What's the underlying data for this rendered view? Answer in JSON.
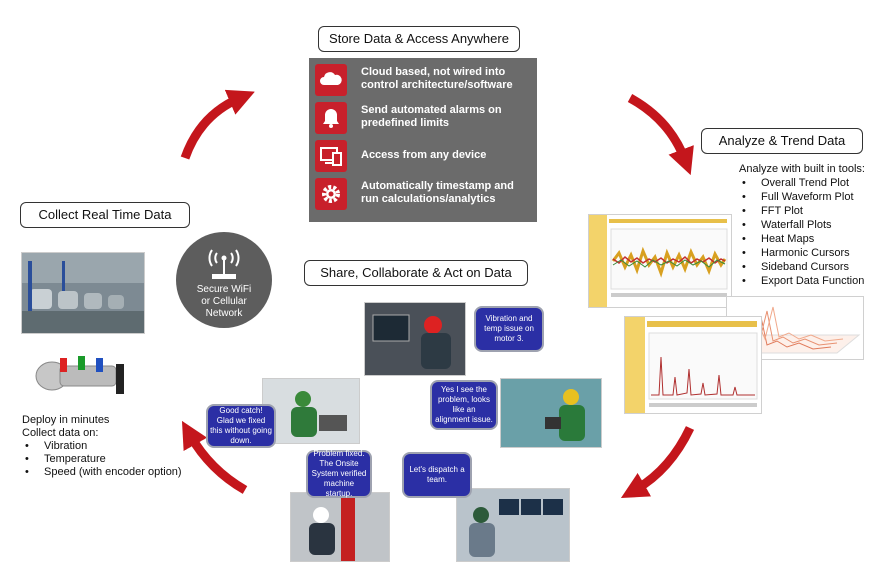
{
  "stages": {
    "store": "Store Data & Access Anywhere",
    "analyze": "Analyze & Trend Data",
    "collect": "Collect Real Time Data",
    "share": "Share, Collaborate & Act on Data"
  },
  "features": [
    {
      "icon": "cloud-icon",
      "text": "Cloud based, not wired into control architecture/software"
    },
    {
      "icon": "alarm-bell-icon",
      "text": "Send automated alarms on predefined limits"
    },
    {
      "icon": "devices-icon",
      "text": "Access from any device"
    },
    {
      "icon": "gear-icon",
      "text": "Automatically timestamp and run calculations/analytics"
    }
  ],
  "analyze_tools": {
    "intro": "Analyze with built in tools:",
    "items": [
      "Overall Trend Plot",
      "Full Waveform Plot",
      "FFT Plot",
      "Waterfall Plots",
      "Heat Maps",
      "Harmonic Cursors",
      "Sideband Cursors",
      "Export Data Function"
    ]
  },
  "wifi": {
    "line1": "Secure WiFi",
    "line2": "or Cellular",
    "line3": "Network"
  },
  "deploy": {
    "line1": "Deploy in minutes",
    "line2": "Collect data on:",
    "items": [
      "Vibration",
      "Temperature",
      "Speed (with encoder option)"
    ]
  },
  "bubbles": {
    "b1": "Vibration and temp  issue on motor 3.",
    "b2": "Yes I see the problem, looks like an alignment issue.",
    "b3": "Good catch! Glad we fixed this without going down.",
    "b4": "Problem fixed. The Onsite System verified machine startup.",
    "b5": "Let's dispatch a team."
  },
  "colors": {
    "arrow": "#c4161c",
    "panel": "#6b6b6b",
    "icon_bg": "#c8202b",
    "bubble": "#2b2fa5"
  }
}
